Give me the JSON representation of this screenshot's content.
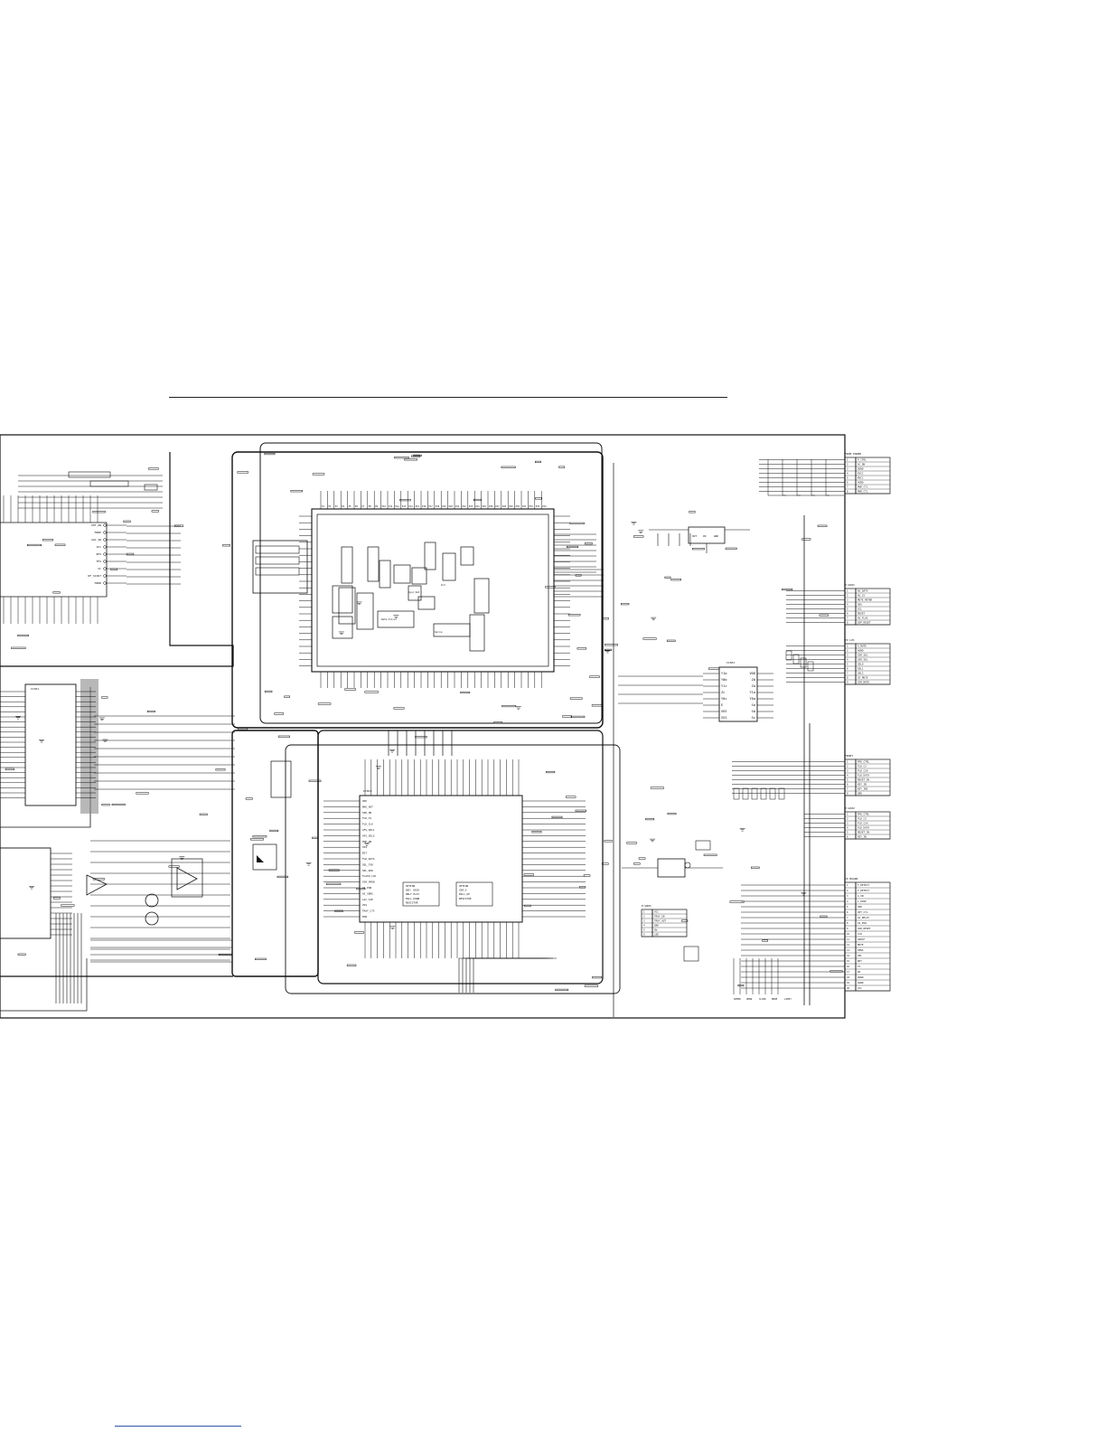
{
  "document": {
    "kind": "circuit schematic page"
  },
  "ics": {
    "rf_amp": {
      "ref": "",
      "pins_right": [
        "OPT_ON",
        "MODE",
        "AGC_SW",
        "VCC",
        "RFO",
        "FFO",
        "VC",
        "RF_SCOUT",
        "MIRR"
      ]
    },
    "servo_dsp": {
      "ref": "",
      "blocks": [
        "Servo",
        "Data Slicer",
        "I/O Ctrl",
        "CLV",
        "Sync Det"
      ]
    },
    "driver": {
      "ref": "IC301"
    },
    "mcu": {
      "ref": "IC501",
      "pins_left": [
        "VDD",
        "MAG_OUT",
        "SPD_ON",
        "FLD_CS",
        "FLD_CLK",
        "AFS_SEL1",
        "AFS_SEL2",
        "FMF_ON",
        "VSS",
        "RST",
        "FLD_DATA",
        "SEL_TXD",
        "SEL_RXD",
        "FLASH_CLK",
        "CDR_OPEN",
        "AS_POW",
        "AS_SENS",
        "LAC_SIP",
        "VSS",
        "TRAY_LTS",
        "POW"
      ],
      "option_note": [
        "OPTION",
        "DEF: DECK",
        "ONLY PLAY",
        "PULL_DOWN",
        "RESISTOR"
      ],
      "option_note2": [
        "OPTION",
        "CDR_S",
        "PULL_UP",
        "RESISTOR"
      ]
    },
    "mux": {
      "ref": "IC503",
      "pins_left": [
        "Y1b",
        "Y0b",
        "Y1c",
        "Zc",
        "Y0c",
        "E",
        "VEE",
        "VSS"
      ],
      "pins_right": [
        "VDD",
        "Zb",
        "Za",
        "Y1a",
        "Y0a",
        "Sa",
        "Sb",
        "Sc"
      ]
    },
    "regulator": {
      "ref": "IC5",
      "labels": [
        "OUT",
        "IN",
        "GND"
      ]
    },
    "spindle": {
      "ref": "IC302"
    }
  },
  "connectors": {
    "front_power": {
      "title": "FROM POWER",
      "pins": [
        "P_CTRL",
        "AC_DN",
        "DGND",
        "EVCC",
        "MVCC",
        "AGND",
        "PWR_CTL",
        "PWR_CTL"
      ]
    },
    "fw5": {
      "title": "P-W101",
      "pins": [
        "AU_DATA",
        "AU_CS",
        "MUTE_METER",
        "SDA",
        "SCL",
        "RESET",
        "AU_FLAG",
        "DSP_RESET"
      ]
    },
    "to_lpc": {
      "title": "TO LPC",
      "pins": [
        "A_MUTE",
        "AGND",
        "CDR_SEL",
        "CDR_SEL",
        "SEL0",
        "SEL1",
        "SEL2",
        "CD_MUTE",
        "CDR_MUTE"
      ]
    },
    "front": {
      "title": "FRONT",
      "pins": [
        "FMS_CTRL",
        "FLD_CS",
        "FLD_CLK",
        "FLD_DATA",
        "RESET_IN",
        "KEY_IN",
        "KEY_IN2",
        "GND"
      ]
    },
    "cd_board": {
      "title": "CD BOARD",
      "pins": [
        "F_DETECT",
        "T_DETECT",
        "A_ON",
        "C_DOSE",
        "SPD",
        "OPT_CTL",
        "AS_RELAY",
        "AS_POW",
        "CDR_RESET",
        "CLK",
        "SPDIF",
        "MUTE",
        "SENS",
        "SEL",
        "RDY",
        "TX",
        "RX",
        "DGND",
        "AGND",
        "VCC"
      ]
    },
    "pw": {
      "title": "P-W401",
      "pins": [
        "VCC",
        "TRAY_IN",
        "TRAY_OUT",
        "GND",
        "SW",
        "LED"
      ]
    },
    "bottom_labels": [
      "SPEED",
      "OPEN",
      "CLOSE",
      "MODE",
      "LIMIT"
    ]
  }
}
